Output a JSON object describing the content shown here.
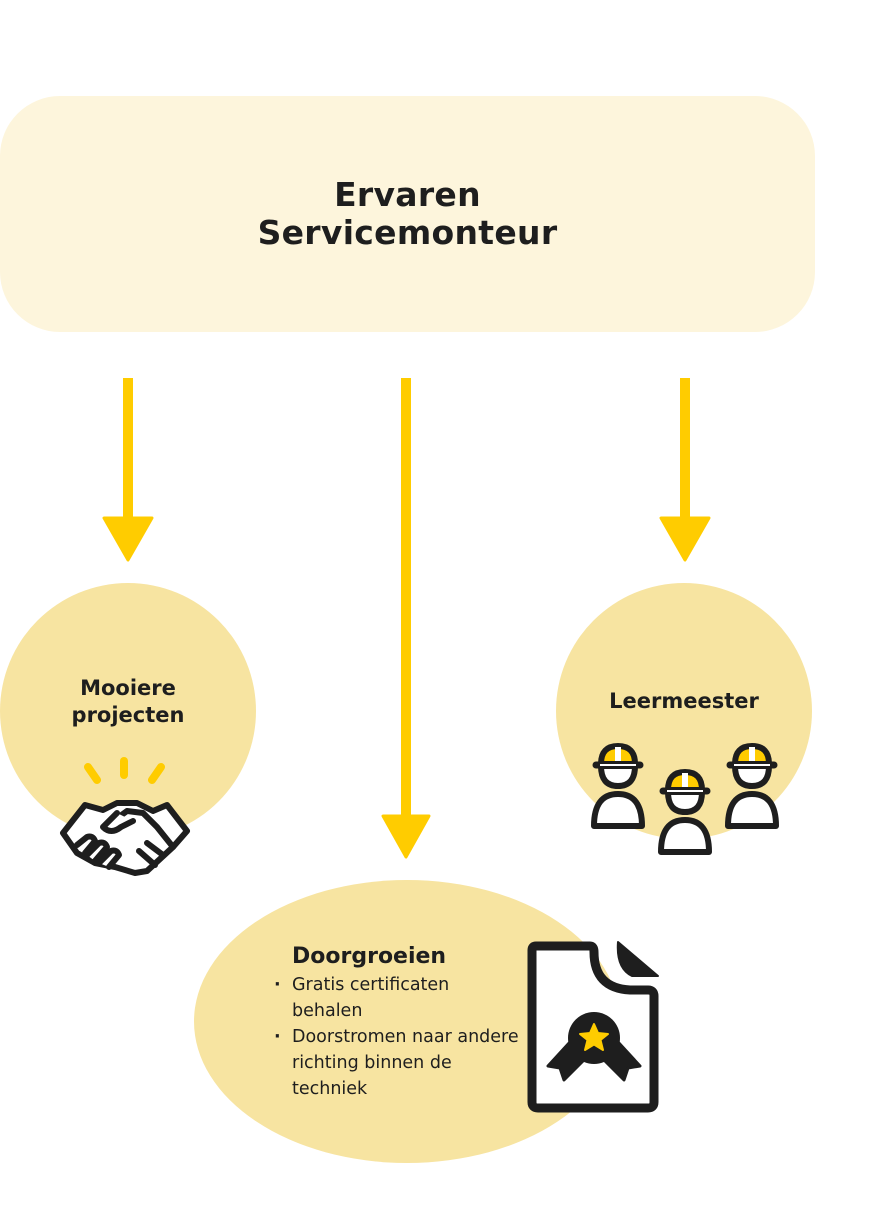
{
  "diagram": {
    "root": {
      "title_line1": "Ervaren",
      "title_line2": "Servicemonteur"
    },
    "nodes": [
      {
        "label_line1": "Mooiere",
        "label_line2": "projecten",
        "icon": "handshake-icon"
      },
      {
        "title": "Doorgroeien",
        "bullets": [
          "Gratis certificaten behalen",
          "Doorstromen naar andere richting binnen de techniek"
        ],
        "icon": "certificate-icon"
      },
      {
        "label": "Leermeester",
        "icon": "workers-group-icon"
      }
    ],
    "edges": [
      {
        "from": "Ervaren Servicemonteur",
        "to": "Mooiere projecten"
      },
      {
        "from": "Ervaren Servicemonteur",
        "to": "Doorgroeien"
      },
      {
        "from": "Ervaren Servicemonteur",
        "to": "Leermeester"
      }
    ]
  },
  "colors": {
    "root_background": "#fdf5dc",
    "node_background": "#f7e4a1",
    "arrow": "#ffcc00",
    "text": "#1e1e1e",
    "accent": "#ffcc00"
  }
}
